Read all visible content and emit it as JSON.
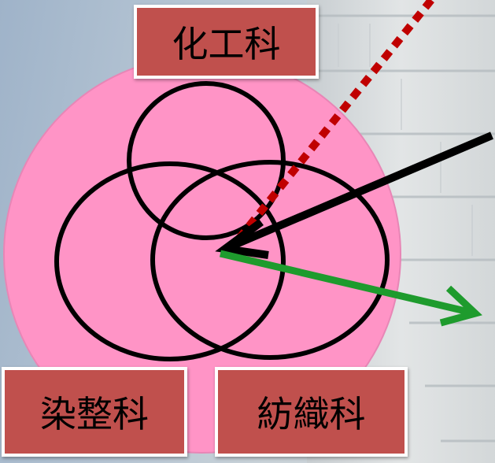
{
  "labels": {
    "top": "化工科",
    "bottom_left": "染整科",
    "bottom_right": "紡織科"
  },
  "colors": {
    "big_circle": "#ff94c6",
    "label_box": "#c0504d",
    "label_border": "#ffffff",
    "ring": "#000000",
    "arrow_dotted": "#c00000",
    "arrow_black": "#000000",
    "arrow_green": "#1e9b2d"
  },
  "diagram": {
    "type": "three overlapping circles with arrows",
    "arrows": [
      "dotted-red-inbound",
      "black-inbound",
      "green-outbound"
    ]
  }
}
